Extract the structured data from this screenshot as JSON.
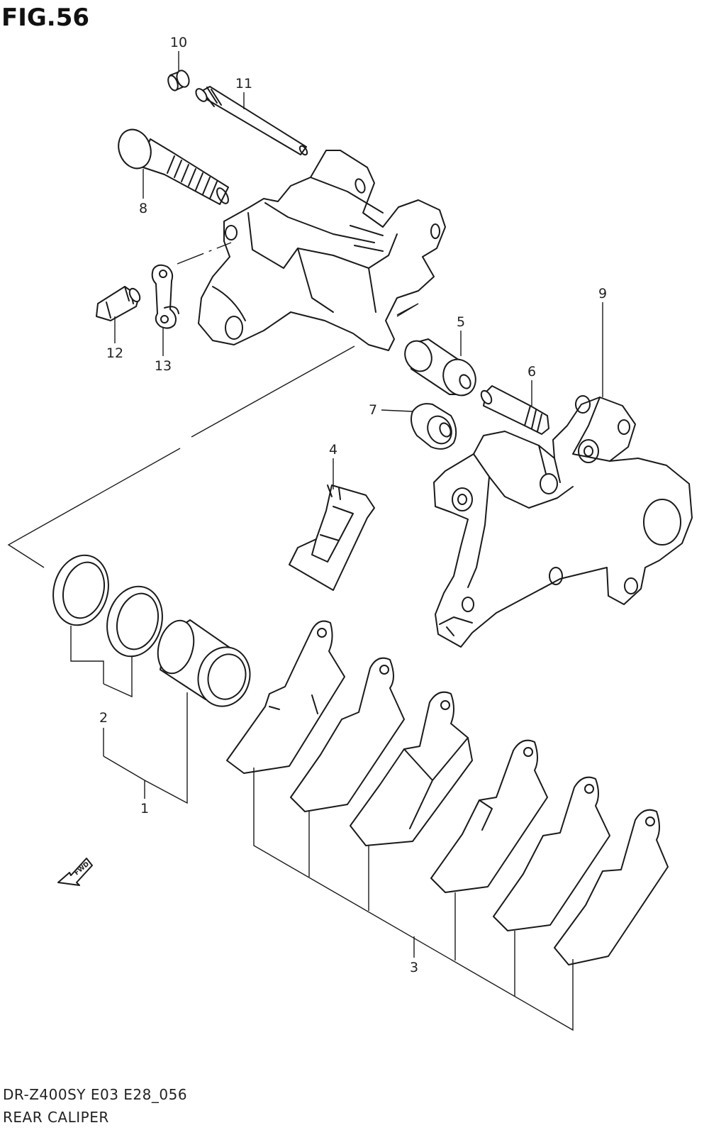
{
  "figure": {
    "title": "FIG.56",
    "footer_model": "DR-Z400SY E03 E28_056",
    "footer_name": "REAR CALIPER",
    "fwd_label": "FWD"
  },
  "callouts": {
    "c1": "1",
    "c2": "2",
    "c3": "3",
    "c4": "4",
    "c5": "5",
    "c6": "6",
    "c7": "7",
    "c8": "8",
    "c9": "9",
    "c10": "10",
    "c11": "11",
    "c12": "12",
    "c13": "13"
  }
}
